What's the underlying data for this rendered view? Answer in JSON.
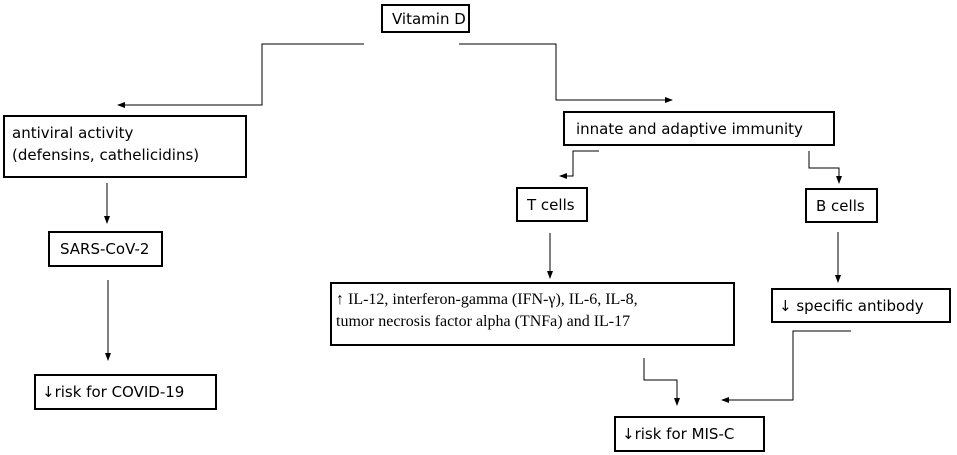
{
  "nodes": {
    "vitamin_d": "Vitamin D",
    "antiviral": {
      "line1": "antiviral activity",
      "line2": "(defensins, cathelicidins)"
    },
    "immunity": "innate and adaptive immunity",
    "sars": "SARS-CoV-2",
    "t_cells": "T cells",
    "b_cells": "B cells",
    "cytokines": {
      "line1": "↑ IL-12, interferon-gamma (IFN-γ), IL-6, IL-8,",
      "line2": "tumor necrosis factor alpha (TNFa) and IL-17"
    },
    "antibody": "↓ specific antibody",
    "covid_risk": "↓risk for COVID-19",
    "misc_risk": "↓risk for MIS-C"
  }
}
